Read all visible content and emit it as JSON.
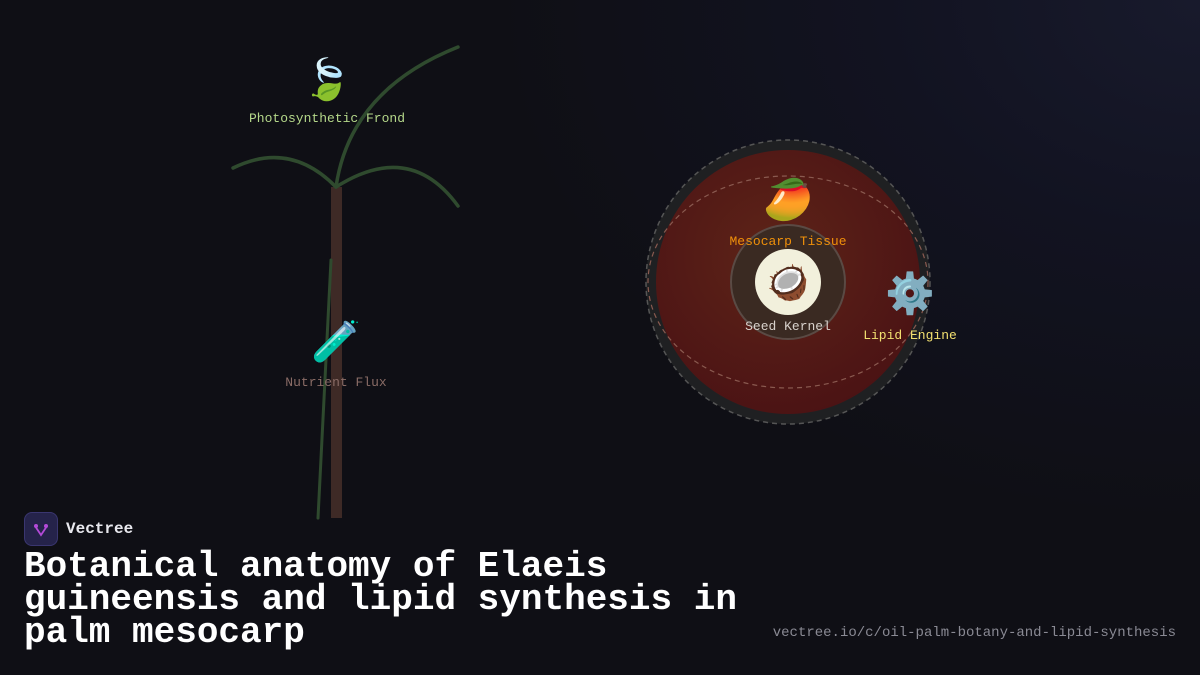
{
  "nodes": {
    "frond": {
      "label": "Photosynthetic Frond",
      "icon": "leaf-fluttering-icon",
      "emoji": "🍃",
      "color": "#b5d88a"
    },
    "nutrient": {
      "label": "Nutrient Flux",
      "icon": "test-tube-icon",
      "emoji": "🧪",
      "color": "#8a6c66"
    },
    "mesocarp": {
      "label": "Mesocarp Tissue",
      "icon": "mango-icon",
      "emoji": "🥭",
      "color": "#f0900a"
    },
    "kernel": {
      "label": "Seed Kernel",
      "icon": "coconut-icon",
      "emoji": "🥥",
      "color": "#d8d2cc"
    },
    "lipid": {
      "label": "Lipid Engine",
      "icon": "gear-icon",
      "emoji": "⚙️",
      "color": "#f2e070"
    }
  },
  "colors": {
    "frond_stroke": "#2f4a2e",
    "trunk": "#3e2a26",
    "fruit": "#5a1d16",
    "logo_accent": "#b34ad8"
  },
  "brand": {
    "name": "Vectree"
  },
  "title": "Botanical anatomy of Elaeis guineensis and lipid synthesis in palm mesocarp",
  "url": "vectree.io/c/oil-palm-botany-and-lipid-synthesis"
}
